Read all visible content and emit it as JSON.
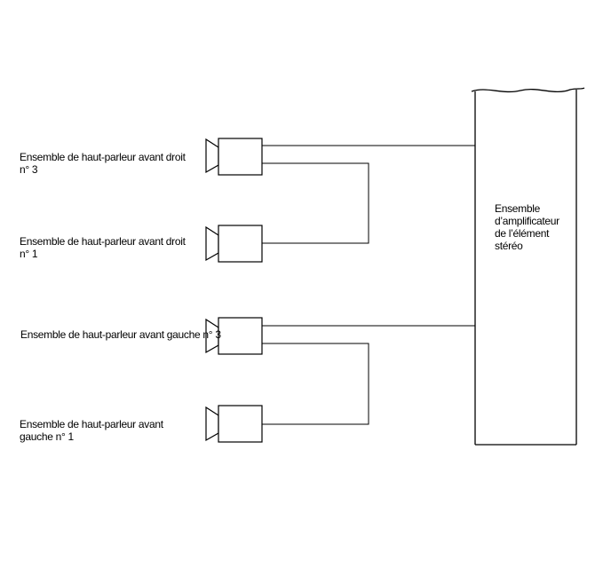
{
  "amplifier": {
    "lines": [
      "Ensemble",
      "d’amplificateur",
      "de l’élément",
      "stéréo"
    ]
  },
  "speakers": [
    {
      "id": "rf3",
      "lines": [
        "Ensemble de haut-parleur avant droit",
        "n° 3"
      ]
    },
    {
      "id": "rf1",
      "lines": [
        "Ensemble de haut-parleur avant droit",
        "n° 1"
      ]
    },
    {
      "id": "lf3",
      "lines": [
        "Ensemble de haut-parleur avant gauche n° 3"
      ]
    },
    {
      "id": "lf1",
      "lines": [
        "Ensemble de haut-parleur avant",
        "gauche n° 1"
      ]
    }
  ],
  "colors": {
    "stroke": "#000000",
    "background": "#ffffff"
  }
}
